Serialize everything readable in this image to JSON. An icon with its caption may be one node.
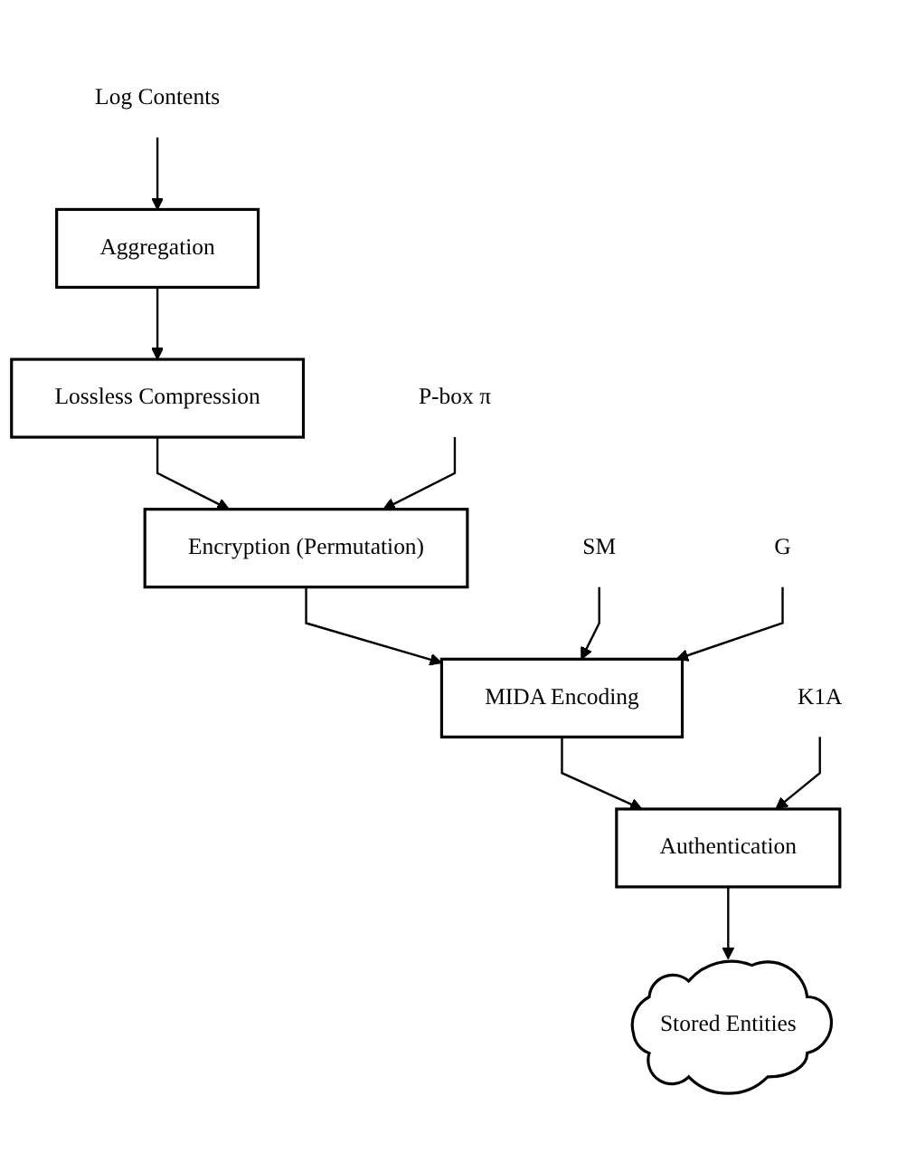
{
  "diagram": {
    "nodes": [
      {
        "text": [
          "Log Contents"
        ]
      },
      {
        "text": [
          "Aggregation"
        ]
      },
      {
        "text": [
          "Lossless Compression"
        ]
      },
      {
        "text": [
          "Encryption (Permutation)"
        ]
      },
      {
        "text": [
          "MIDA Encoding"
        ]
      },
      {
        "text": [
          "Authentication"
        ]
      },
      {
        "text": [
          "Stored Entities"
        ]
      },
      {
        "text": [
          "P-box π"
        ]
      },
      {
        "text": [
          "SM"
        ]
      },
      {
        "text": [
          "G"
        ]
      },
      {
        "text": [
          "K1A"
        ]
      }
    ],
    "edges": [
      {
        "from": 0,
        "to": 1,
        "arrow": "to"
      },
      {
        "from": 1,
        "to": 2,
        "arrow": "to"
      },
      {
        "from": 2,
        "to": 3,
        "arrow": "to"
      },
      {
        "from": 3,
        "to": 4,
        "arrow": "to"
      },
      {
        "from": 4,
        "to": 5,
        "arrow": "to"
      },
      {
        "from": 5,
        "to": 6,
        "arrow": "to"
      },
      {
        "from": 7,
        "to": 3,
        "arrow": "to"
      },
      {
        "from": 8,
        "to": 4,
        "arrow": "to"
      },
      {
        "from": 9,
        "to": 4,
        "arrow": "to"
      },
      {
        "from": 10,
        "to": 5,
        "arrow": "to"
      }
    ]
  }
}
